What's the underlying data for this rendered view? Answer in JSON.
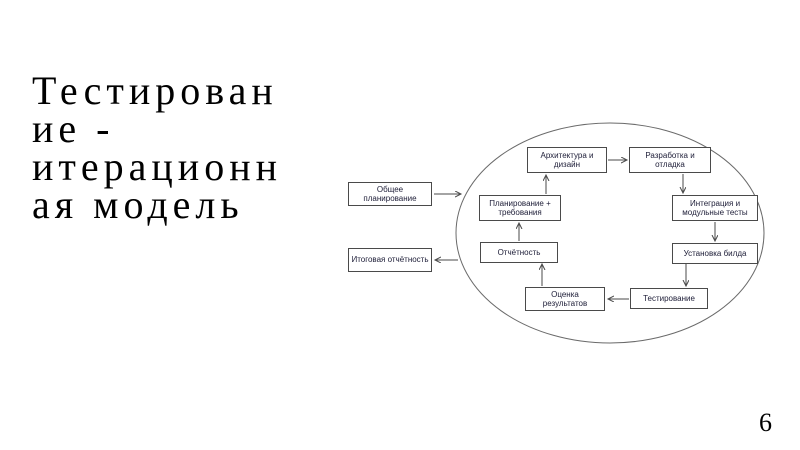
{
  "slide": {
    "title": "Тестирование - итерационная модель",
    "page_number": "6"
  },
  "diagram": {
    "nodes": {
      "general_planning": "Общее планирование",
      "final_reporting": "Итоговая отчётность",
      "planning_requirements": "Планирование + требования",
      "architecture_design": "Архитектура и дизайн",
      "development_debugging": "Разработка и отладка",
      "integration_unit_tests": "Интеграция и модульные тесты",
      "build_installation": "Установка билда",
      "testing": "Тестирование",
      "results_evaluation": "Оценка результатов",
      "reporting": "Отчётность"
    },
    "edges": [
      {
        "from": "general_planning",
        "to": "cycle"
      },
      {
        "from": "planning_requirements",
        "to": "architecture_design"
      },
      {
        "from": "architecture_design",
        "to": "development_debugging"
      },
      {
        "from": "development_debugging",
        "to": "integration_unit_tests"
      },
      {
        "from": "integration_unit_tests",
        "to": "build_installation"
      },
      {
        "from": "build_installation",
        "to": "testing"
      },
      {
        "from": "testing",
        "to": "results_evaluation"
      },
      {
        "from": "results_evaluation",
        "to": "reporting"
      },
      {
        "from": "reporting",
        "to": "planning_requirements"
      },
      {
        "from": "reporting",
        "to": "final_reporting"
      }
    ],
    "colors": {
      "line": "#4a4a4a",
      "box_border": "#4a4a4a",
      "text": "#20203a"
    }
  }
}
